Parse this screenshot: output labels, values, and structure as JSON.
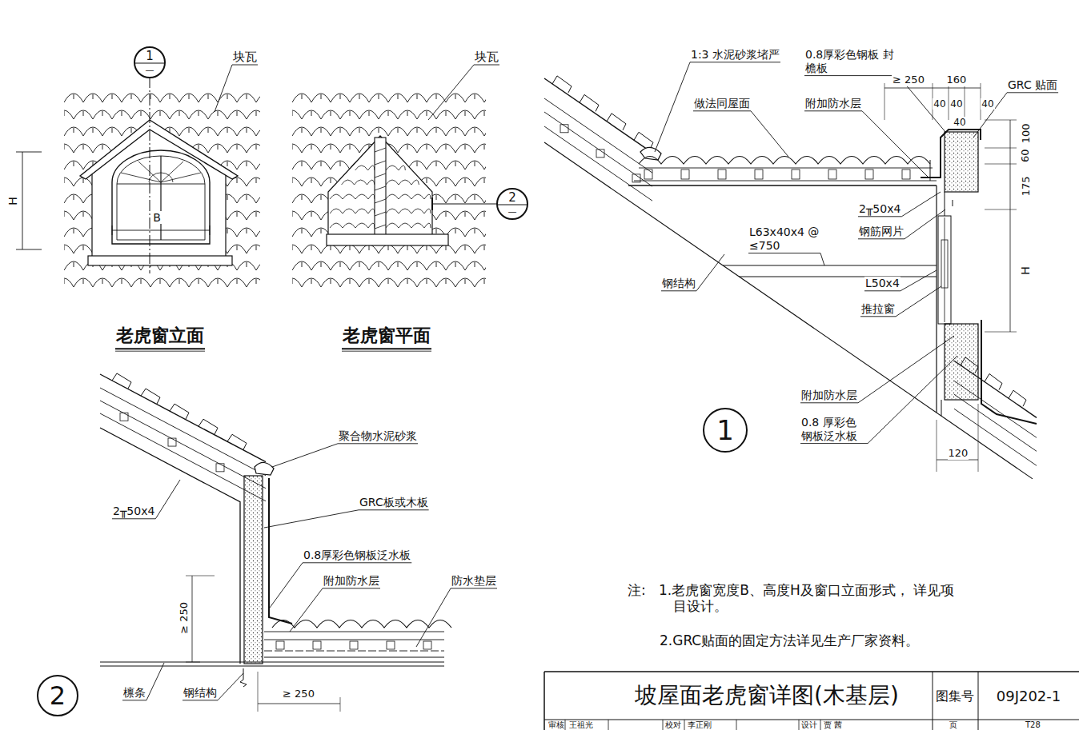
{
  "diagram": {
    "title": "坡屋面老虎窗详图(木基层)",
    "nodes": [
      {
        "text": [
          "1",
          "—"
        ]
      },
      {
        "text": [
          "2",
          "—"
        ]
      },
      {
        "text": [
          "1"
        ]
      },
      {
        "text": [
          "2"
        ]
      }
    ],
    "labels": [
      "块瓦",
      "H",
      "B",
      "老虎窗立面",
      "块瓦",
      "老虎窗平面",
      "1:3 水泥砂浆堵严",
      "0.8厚彩色钢板 封檐板",
      "做法同屋面",
      "附加防水层",
      "≥ 250",
      "160",
      "40",
      "40",
      "40",
      "40",
      "GRC 贴面",
      "100",
      "60",
      "175",
      "H",
      "2╥50x4",
      "钢筋网片",
      "L63x40x4 @ ≤750",
      "钢结构",
      "L50x4",
      "推拉窗",
      "附加防水层",
      "0.8 厚彩色 钢板泛水板",
      "120",
      "聚合物水泥砂浆",
      "2╥50x4",
      "GRC板或木板",
      "0.8厚彩色钢板泛水板",
      "附加防水层",
      "防水垫层",
      "≥ 250",
      "≥ 250",
      "檩条",
      "钢结构",
      "注:",
      "1.老虎窗宽度B、高度H及窗口立面形式， 详见项目设计。",
      "2.GRC贴面的固定方法详见生产厂家资料。",
      "图集号",
      "09J202-1",
      "审核",
      "王祖光",
      "校对",
      "李正刚",
      "设计",
      "贾 茜",
      "页",
      "T28"
    ]
  }
}
